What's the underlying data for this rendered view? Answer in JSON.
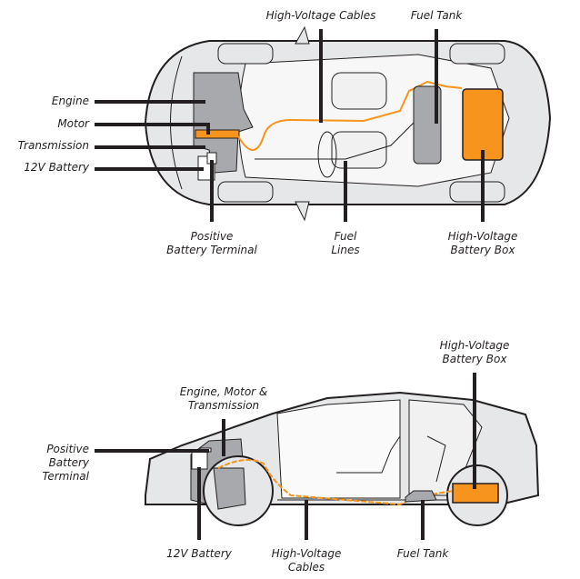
{
  "colors": {
    "accent_orange": "#f7941d",
    "body_gray": "#d9d9db",
    "component_gray": "#a7a9ac",
    "leader_black": "#231f20"
  },
  "top_view": {
    "labels": {
      "engine": "Engine",
      "motor": "Motor",
      "transmission": "Transmission",
      "battery_12v": "12V Battery",
      "positive_terminal_line1": "Positive",
      "positive_terminal_line2": "Battery Terminal",
      "hv_cables": "High-Voltage Cables",
      "fuel_tank": "Fuel Tank",
      "fuel_lines_line1": "Fuel",
      "fuel_lines_line2": "Lines",
      "hv_battery_line1": "High-Voltage",
      "hv_battery_line2": "Battery Box"
    }
  },
  "side_view": {
    "labels": {
      "engine_motor_line1": "Engine, Motor &",
      "engine_motor_line2": "Transmission",
      "positive_terminal_line1": "Positive",
      "positive_terminal_line2": "Battery",
      "positive_terminal_line3": "Terminal",
      "battery_12v": "12V Battery",
      "hv_cables_line1": "High-Voltage",
      "hv_cables_line2": "Cables",
      "fuel_tank": "Fuel Tank",
      "hv_battery_line1": "High-Voltage",
      "hv_battery_line2": "Battery Box"
    }
  }
}
